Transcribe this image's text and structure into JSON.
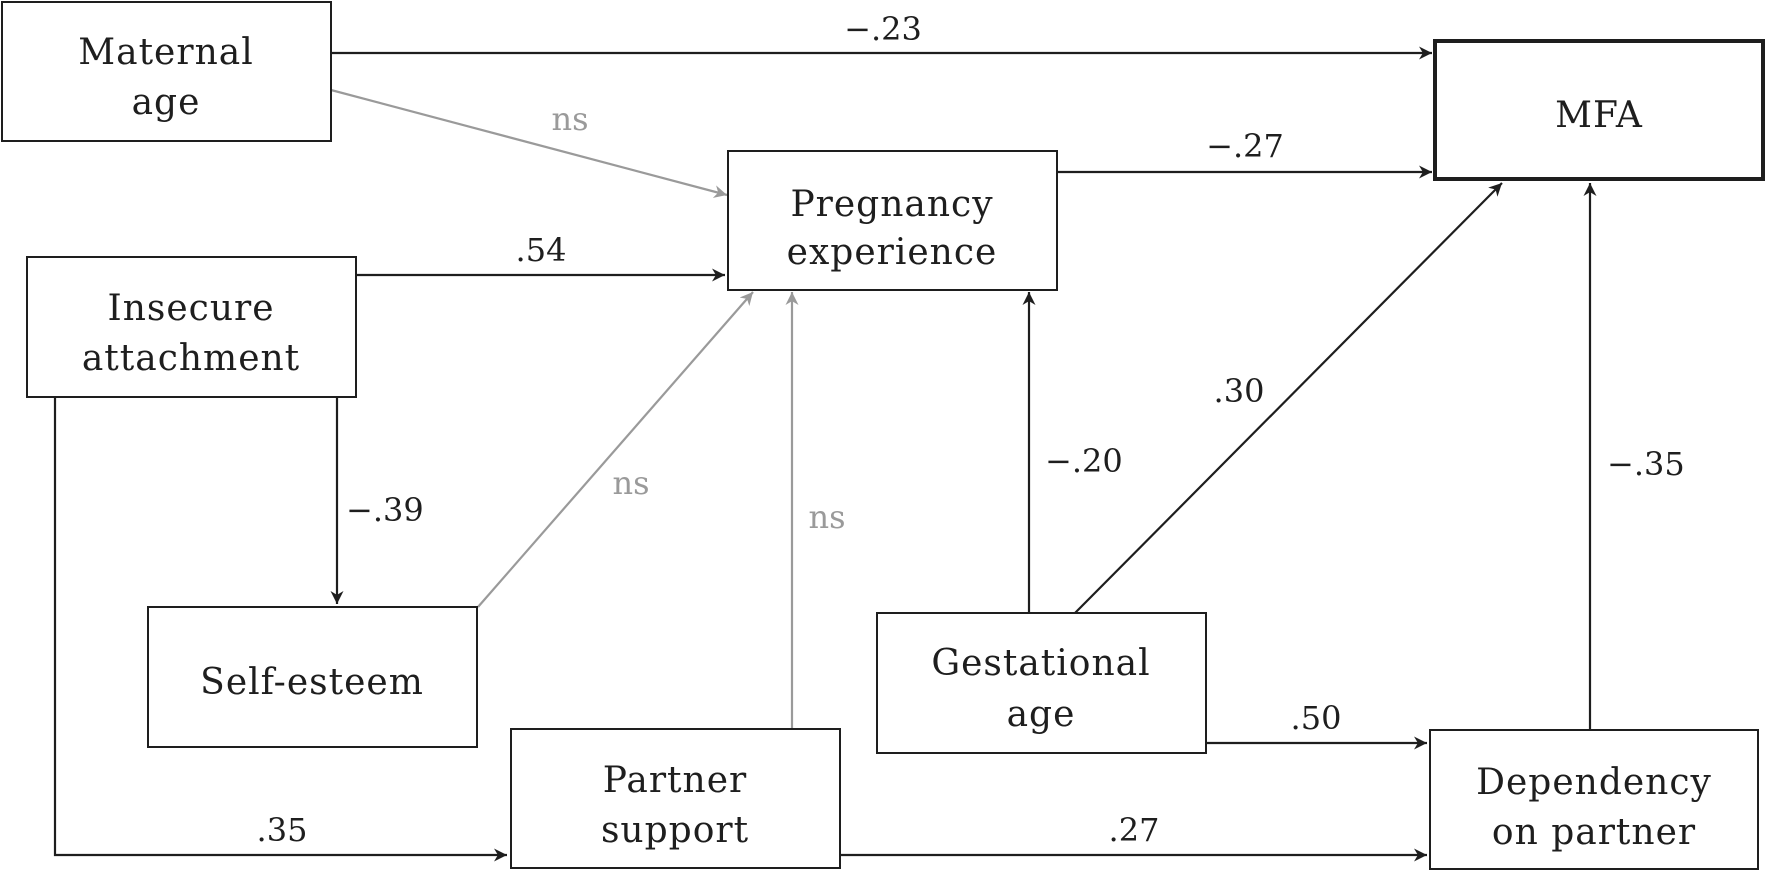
{
  "colors": {
    "dark": "#1e1e1e",
    "ns": "#9a9a9a",
    "background": "#ffffff"
  },
  "nodes": {
    "maternal_age": [
      "Maternal",
      "age"
    ],
    "mfa": [
      "MFA"
    ],
    "pregnancy_experience": [
      "Pregnancy",
      "experience"
    ],
    "insecure_attachment": [
      "Insecure",
      "attachment"
    ],
    "self_esteem": [
      "Self-esteem"
    ],
    "gestational_age": [
      "Gestational",
      "age"
    ],
    "partner_support": [
      "Partner",
      "support"
    ],
    "dependency_on_partner": [
      "Dependency",
      "on partner"
    ]
  },
  "paths": {
    "maternal_age_to_mfa": {
      "coef": "−.23",
      "significant": true
    },
    "maternal_age_to_pregnancy": {
      "coef": "ns",
      "significant": false
    },
    "pregnancy_to_mfa": {
      "coef": "−.27",
      "significant": true
    },
    "insecure_to_pregnancy": {
      "coef": ".54",
      "significant": true
    },
    "insecure_to_self_esteem": {
      "coef": "−.39",
      "significant": true
    },
    "self_esteem_to_pregnancy": {
      "coef": "ns",
      "significant": false
    },
    "partner_support_to_pregnancy": {
      "coef": "ns",
      "significant": false
    },
    "gestational_to_pregnancy": {
      "coef": "−.20",
      "significant": true
    },
    "gestational_to_mfa": {
      "coef": ".30",
      "significant": true
    },
    "dependency_to_mfa": {
      "coef": "−.35",
      "significant": true
    },
    "gestational_to_dependency": {
      "coef": ".50",
      "significant": true
    },
    "insecure_to_partner_support": {
      "coef": ".35",
      "significant": true
    },
    "partner_support_to_dependency": {
      "coef": ".27",
      "significant": true
    }
  }
}
